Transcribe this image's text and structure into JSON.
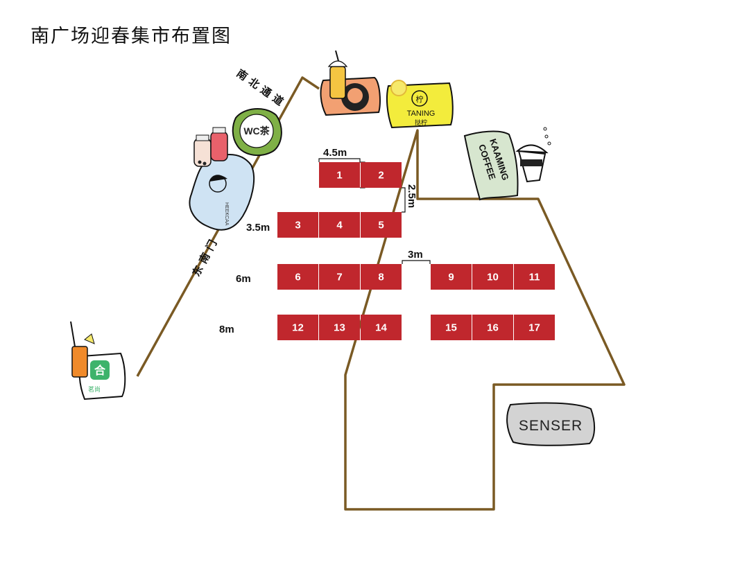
{
  "title": "南广场迎春集市布置图",
  "passages": {
    "north_passage": "南北通道",
    "east_gate": "东南门"
  },
  "dimensions": {
    "booth_width": "4.5m",
    "booth_depth": "3m",
    "aisle_2_5": "2.5m",
    "row2_gap": "3.5m",
    "row3_gap": "6m",
    "row4_gap": "8m",
    "center_aisle": "3m"
  },
  "booths": [
    "1",
    "2",
    "3",
    "4",
    "5",
    "6",
    "7",
    "8",
    "9",
    "10",
    "11",
    "12",
    "13",
    "14",
    "15",
    "16",
    "17"
  ],
  "shops": {
    "taning": {
      "name": "TANING",
      "sub": "挞柠",
      "glyph": "柠"
    },
    "kaaming": {
      "line1": "KAAMING",
      "line2": "COFFEE"
    },
    "heekcaa": {
      "name": "HEEKCAA"
    },
    "senser": {
      "name": "SENSER"
    },
    "wcha": {
      "glyph": "WC茶"
    },
    "ming": {
      "glyph": "合",
      "name": "茗尚"
    }
  },
  "colors": {
    "booth": "#c0272d",
    "boundary": "#7a5a24",
    "taning_bg": "#f3ec3c",
    "kaaming_bg": "#d7e6cf",
    "heekcaa_bg": "#cfe3f3",
    "senser_bg": "#d3d3d3",
    "wcha_bg": "#7fb046",
    "monkey_bg": "#f2a072",
    "ming_green": "#3db36b"
  }
}
